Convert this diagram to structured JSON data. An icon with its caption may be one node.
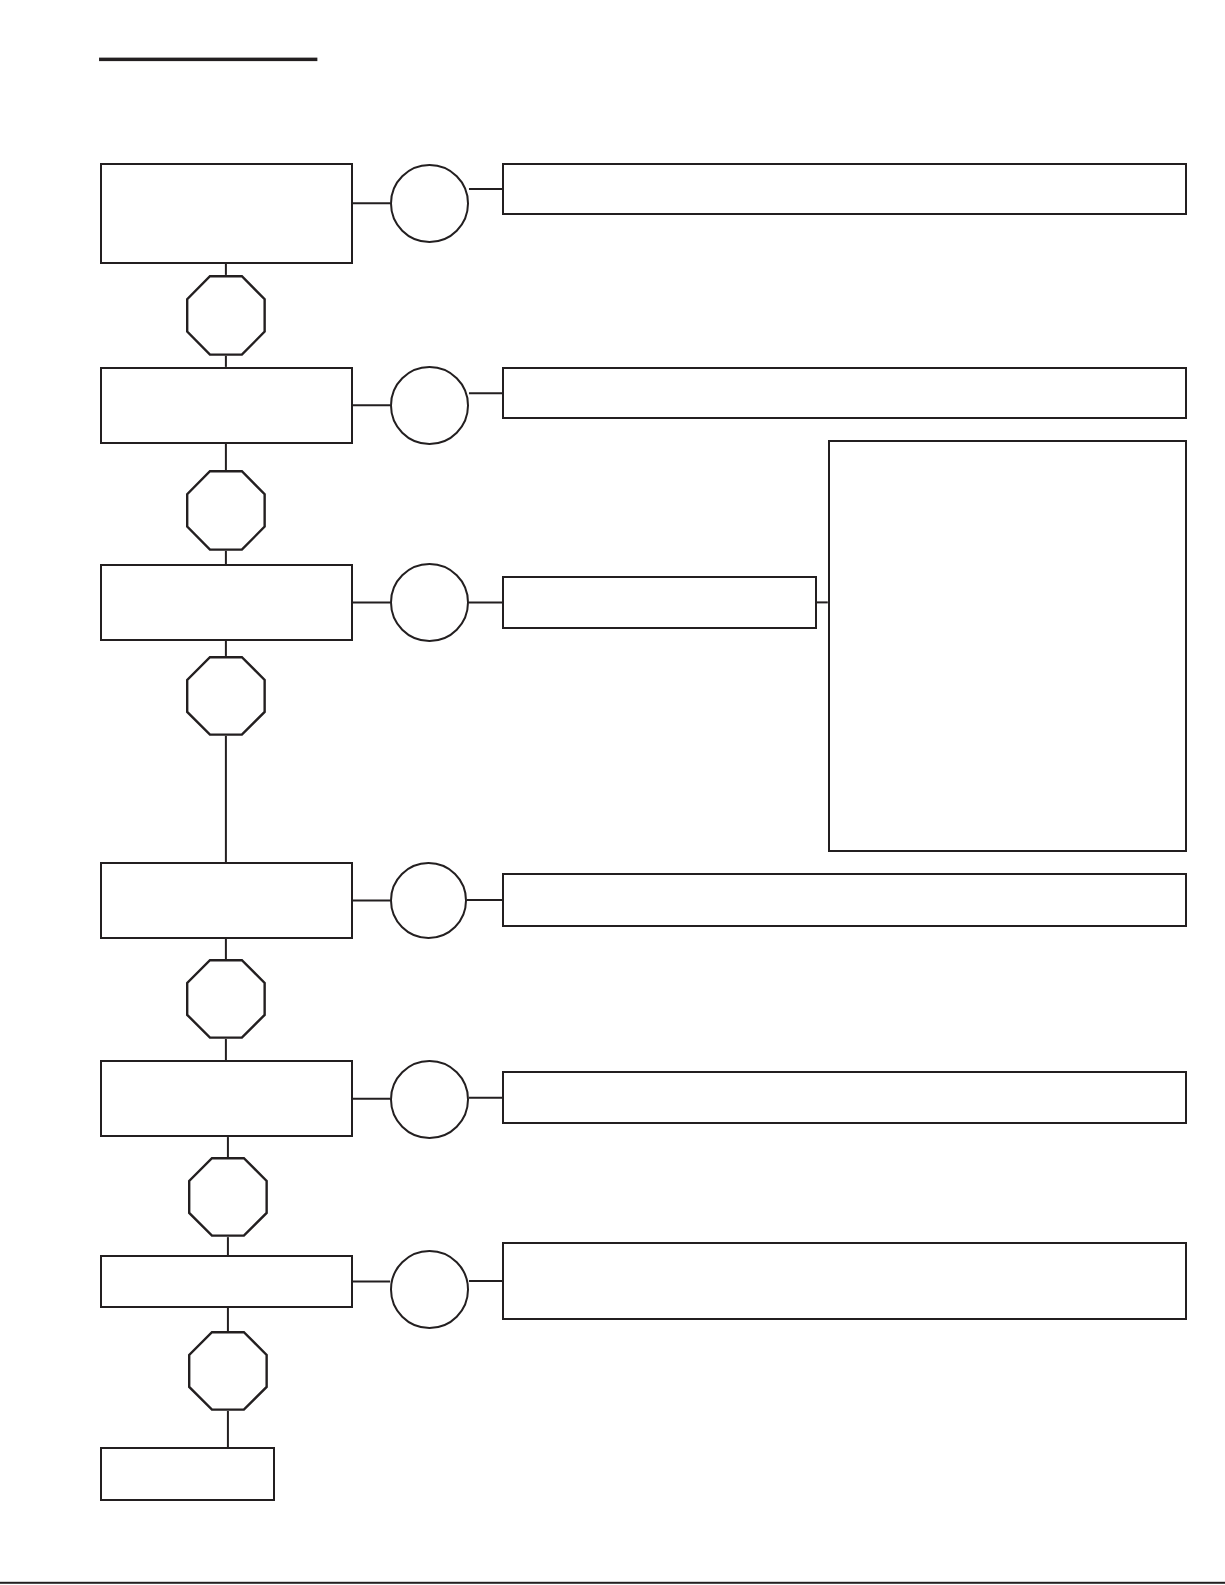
{
  "diagram": {
    "nodes": [
      {
        "text": [],
        "shape": "box"
      },
      {
        "text": [],
        "shape": "circle"
      },
      {
        "text": [],
        "shape": "box"
      },
      {
        "text": [],
        "shape": "octagon"
      },
      {
        "text": [],
        "shape": "box"
      },
      {
        "text": [],
        "shape": "circle"
      },
      {
        "text": [],
        "shape": "box"
      },
      {
        "text": [],
        "shape": "box"
      },
      {
        "text": [],
        "shape": "octagon"
      },
      {
        "text": [],
        "shape": "box"
      },
      {
        "text": [],
        "shape": "circle"
      },
      {
        "text": [],
        "shape": "box"
      },
      {
        "text": [],
        "shape": "octagon"
      },
      {
        "text": [],
        "shape": "box"
      },
      {
        "text": [],
        "shape": "circle"
      },
      {
        "text": [],
        "shape": "box"
      },
      {
        "text": [],
        "shape": "octagon"
      },
      {
        "text": [],
        "shape": "box"
      },
      {
        "text": [],
        "shape": "circle"
      },
      {
        "text": [],
        "shape": "box"
      },
      {
        "text": [],
        "shape": "octagon"
      },
      {
        "text": [],
        "shape": "box"
      },
      {
        "text": [],
        "shape": "circle"
      },
      {
        "text": [],
        "shape": "box"
      },
      {
        "text": [],
        "shape": "octagon"
      },
      {
        "text": [],
        "shape": "box"
      }
    ],
    "edges": [
      {
        "from": 0,
        "to": 1,
        "arrow": "none"
      },
      {
        "from": 1,
        "to": 2,
        "arrow": "none"
      },
      {
        "from": 0,
        "to": 3,
        "arrow": "none"
      },
      {
        "from": 3,
        "to": 4,
        "arrow": "none"
      },
      {
        "from": 4,
        "to": 5,
        "arrow": "none"
      },
      {
        "from": 5,
        "to": 6,
        "arrow": "none"
      },
      {
        "from": 4,
        "to": 8,
        "arrow": "none"
      },
      {
        "from": 8,
        "to": 9,
        "arrow": "none"
      },
      {
        "from": 9,
        "to": 10,
        "arrow": "none"
      },
      {
        "from": 10,
        "to": 11,
        "arrow": "none"
      },
      {
        "from": 11,
        "to": 7,
        "arrow": "none"
      },
      {
        "from": 9,
        "to": 12,
        "arrow": "none"
      },
      {
        "from": 12,
        "to": 13,
        "arrow": "none"
      },
      {
        "from": 13,
        "to": 14,
        "arrow": "none"
      },
      {
        "from": 14,
        "to": 15,
        "arrow": "none"
      },
      {
        "from": 13,
        "to": 16,
        "arrow": "none"
      },
      {
        "from": 16,
        "to": 17,
        "arrow": "none"
      },
      {
        "from": 17,
        "to": 18,
        "arrow": "none"
      },
      {
        "from": 18,
        "to": 19,
        "arrow": "none"
      },
      {
        "from": 17,
        "to": 20,
        "arrow": "none"
      },
      {
        "from": 20,
        "to": 21,
        "arrow": "none"
      },
      {
        "from": 21,
        "to": 22,
        "arrow": "none"
      },
      {
        "from": 22,
        "to": 23,
        "arrow": "none"
      },
      {
        "from": 21,
        "to": 24,
        "arrow": "none"
      },
      {
        "from": 24,
        "to": 25,
        "arrow": "none"
      }
    ]
  }
}
